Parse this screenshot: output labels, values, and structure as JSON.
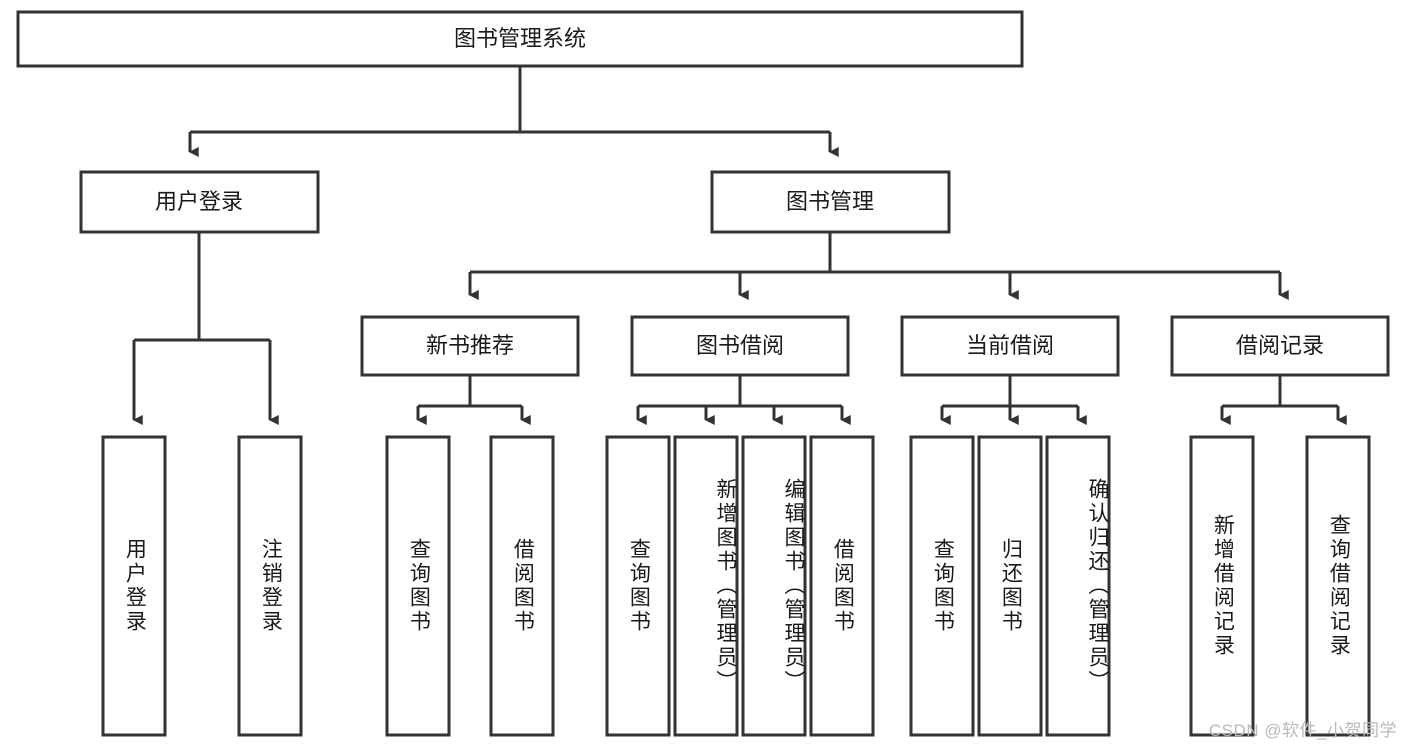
{
  "diagram": {
    "type": "tree",
    "title": "图书管理系统",
    "watermark": "CSDN @软件_小贺同学",
    "colors": {
      "box_stroke": "#333333",
      "box_fill": "#ffffff",
      "text": "#1a1a1a",
      "background": "#ffffff",
      "watermark": "#b9b9b9"
    },
    "levels": {
      "root": {
        "label": "图书管理系统"
      },
      "level2": [
        {
          "label": "用户登录"
        },
        {
          "label": "图书管理"
        }
      ],
      "level3": [
        {
          "label": "新书推荐"
        },
        {
          "label": "图书借阅"
        },
        {
          "label": "当前借阅"
        },
        {
          "label": "借阅记录"
        }
      ],
      "leaves": [
        {
          "label": "用户登录",
          "parent": "用户登录"
        },
        {
          "label": "注销登录",
          "parent": "用户登录"
        },
        {
          "label": "查询图书",
          "parent": "新书推荐"
        },
        {
          "label": "借阅图书",
          "parent": "新书推荐"
        },
        {
          "label": "查询图书",
          "parent": "图书借阅"
        },
        {
          "label": "新增图书（管理员）",
          "parent": "图书借阅"
        },
        {
          "label": "编辑图书（管理员）",
          "parent": "图书借阅"
        },
        {
          "label": "借阅图书",
          "parent": "图书借阅"
        },
        {
          "label": "查询图书",
          "parent": "当前借阅"
        },
        {
          "label": "归还图书",
          "parent": "当前借阅"
        },
        {
          "label": "确认归还（管理员）",
          "parent": "当前借阅"
        },
        {
          "label": "新增借阅记录",
          "parent": "借阅记录"
        },
        {
          "label": "查询借阅记录",
          "parent": "借阅记录"
        }
      ]
    }
  }
}
